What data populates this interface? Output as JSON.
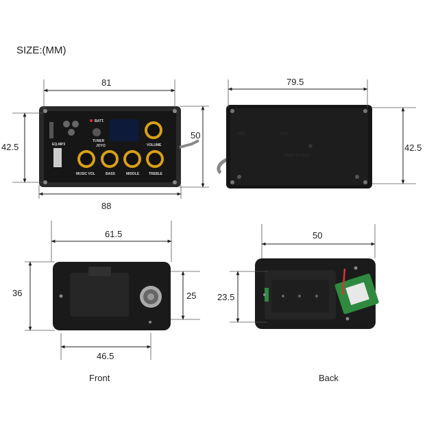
{
  "title": "SIZE:(MM)",
  "dimensions": {
    "top_front_width": "81",
    "top_front_height_inner": "42.5",
    "top_front_height_outer": "50",
    "top_front_overall": "88",
    "top_back_width": "79.5",
    "top_back_height": "42.5",
    "bottom_front_width": "61.5",
    "bottom_front_height": "36",
    "bottom_front_jack": "25",
    "bottom_front_inner": "46.5",
    "bottom_back_width": "50",
    "bottom_back_height": "23.5"
  },
  "captions": {
    "front": "Front",
    "back": "Back"
  },
  "panel": {
    "brand": "JOYO",
    "eq_label": "EQ-MP3",
    "batt": "BATT.",
    "tuner": "TUNER",
    "volume": "VOLUME",
    "knobs": [
      "MUSIC VOL",
      "BASS",
      "MIDDLE",
      "TREBLE"
    ]
  },
  "back_markings": {
    "model": "NCG",
    "line2": "Made in Joyo",
    "small": "JM3"
  }
}
